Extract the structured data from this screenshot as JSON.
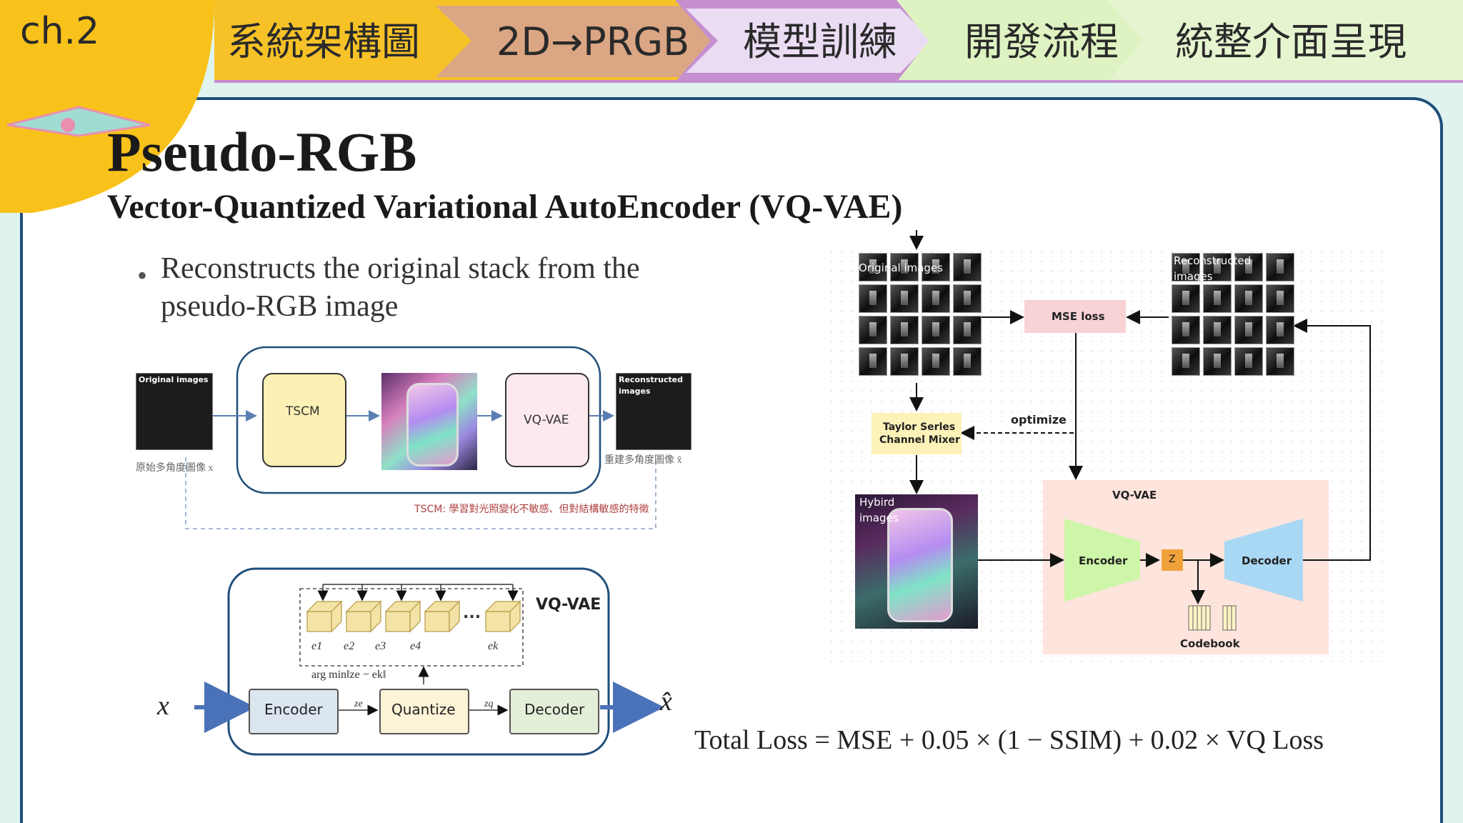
{
  "chapter": "ch.2",
  "tabs": [
    {
      "label": "系統架構圖"
    },
    {
      "label": "2D→PRGB"
    },
    {
      "label": "模型訓練"
    },
    {
      "label": "開發流程"
    },
    {
      "label": "統整介面呈現"
    }
  ],
  "slide": {
    "title": "Pseudo-RGB",
    "subtitle": "Vector-Quantized Variational AutoEncoder (VQ-VAE)",
    "bullet_line1": "Reconstructs the original stack from the",
    "bullet_line2": "pseudo-RGB image",
    "total_loss": "Total Loss = MSE + 0.05 × (1 − SSIM) + 0.02 × VQ Loss"
  },
  "pipeline": {
    "orig_thumb_label": "Original images",
    "orig_caption": "原始多角度圖像 x",
    "tscm": "TSCM",
    "vqvae": "VQ-VAE",
    "recon_thumb_label1": "Reconstructed",
    "recon_thumb_label2": "images",
    "recon_caption": "重建多角度圖像 x̂",
    "tscm_note": "TSCM: 學習對光照變化不敏感、但對結構敏感的特徵"
  },
  "vqvae_fig": {
    "title": "VQ-VAE",
    "x": "x",
    "xhat": "x̂",
    "encoder": "Encoder",
    "quantize": "Quantize",
    "decoder": "Decoder",
    "ze": "ze",
    "zq": "zq",
    "argmin": "arg min‖ze − ek‖",
    "e1": "e1",
    "e2": "e2",
    "e3": "e3",
    "e4": "e4",
    "ek": "ek",
    "dots": "..."
  },
  "training_fig": {
    "orig_label": "Original images",
    "recon_label1": "Reconstructed",
    "recon_label2": "images",
    "mse": "MSE loss",
    "optimize": "optimize",
    "tscm_line1": "Taylor Serles",
    "tscm_line2": "Channel Mixer",
    "hybird1": "Hybird",
    "hybird2": "images",
    "vqvae": "VQ-VAE",
    "encoder": "Encoder",
    "z": "Z",
    "decoder": "Decoder",
    "codebook": "Codebook"
  },
  "colors": {
    "bg": "#dff4ee",
    "yellow": "#f9c21b",
    "tab_purple": "#c58fd0",
    "tab_orange": "#f7c228",
    "panel_border": "#1f4e79",
    "mse_fill": "#f9d2d6",
    "tscm_fill": "#fdf0b4",
    "encoder_fill": "#cdf6a8",
    "decoder_fill": "#a9d8f4",
    "vq_region": "#fde4dc"
  }
}
